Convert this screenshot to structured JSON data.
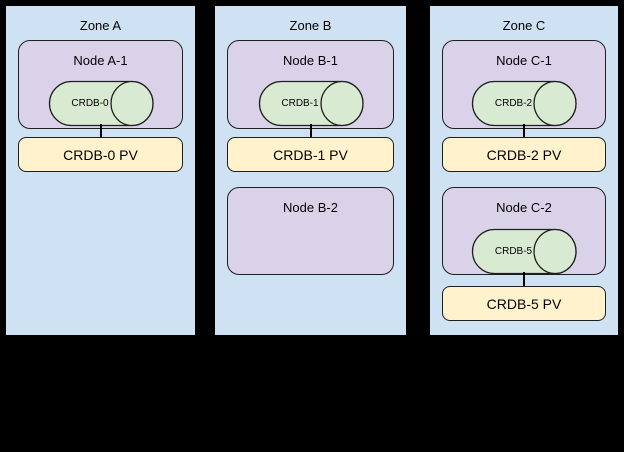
{
  "colors": {
    "background": "#000000",
    "zone_fill": "#cfe2f3",
    "node_fill": "#d9d2e9",
    "cylinder_fill": "#d9ead3",
    "pv_fill": "#fff2cc",
    "border": "#1f1f1f",
    "zone_border": "#000000",
    "text": "#000000"
  },
  "zones": [
    {
      "title": "Zone A",
      "nodes": [
        {
          "title": "Node A-1",
          "cylinder_label": "CRDB-0",
          "pv_label": "CRDB-0 PV"
        }
      ]
    },
    {
      "title": "Zone B",
      "nodes": [
        {
          "title": "Node B-1",
          "cylinder_label": "CRDB-1",
          "pv_label": "CRDB-1 PV"
        },
        {
          "title": "Node B-2"
        }
      ]
    },
    {
      "title": "Zone C",
      "nodes": [
        {
          "title": "Node C-1",
          "cylinder_label": "CRDB-2",
          "pv_label": "CRDB-2 PV"
        },
        {
          "title": "Node C-2",
          "cylinder_label": "CRDB-5",
          "pv_label": "CRDB-5 PV"
        }
      ]
    }
  ]
}
